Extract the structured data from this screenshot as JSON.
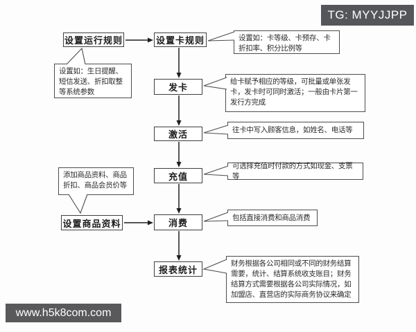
{
  "page": {
    "bg": "#FDFDFD"
  },
  "overlays": {
    "telegram_badge": {
      "label": "TG: MYYJJPP",
      "bg": "#55565A",
      "fg": "#FFFFFF"
    },
    "site_badge": {
      "label": "www.h5k8com.com",
      "bg": "#59595B",
      "fg": "#FFFFFF"
    }
  },
  "flowchart": {
    "nodes": [
      {
        "id": "set-run-rules",
        "label": "设置运行规则"
      },
      {
        "id": "set-card-rules",
        "label": "设置卡规则"
      },
      {
        "id": "issue-card",
        "label": "发卡"
      },
      {
        "id": "activate",
        "label": "激活"
      },
      {
        "id": "recharge",
        "label": "充值"
      },
      {
        "id": "consume",
        "label": "消费"
      },
      {
        "id": "set-product-data",
        "label": "设置商品资料"
      },
      {
        "id": "report-stats",
        "label": "报表统计"
      }
    ],
    "annotations": [
      {
        "id": "note-run-rules",
        "text": "设置如：生日提醒、短信发送、折扣取整等系统参数"
      },
      {
        "id": "note-card-rules",
        "text": "设置如：卡等级、卡预存、卡折扣率、积分比例等"
      },
      {
        "id": "note-issue-card",
        "text": "给卡赋予相应的等级，可批量或单张发卡，发卡时可同时激活；一般由卡片第一发行方完成"
      },
      {
        "id": "note-activate",
        "text": "往卡中写入顾客信息，如姓名、电话等"
      },
      {
        "id": "note-recharge",
        "text": "可选择充值时付款的方式如现金、支票等"
      },
      {
        "id": "note-consume",
        "text": "包括直接消费和商品消费"
      },
      {
        "id": "note-product-data",
        "text": "添加商品资料、商品折扣、商品会员价等"
      },
      {
        "id": "note-report-stats",
        "text": "财务根据各公司相同或不同的财务结算需要，统计、结算系统收支账目；财务结算方式需要根据各公司实际情况，如加盟店、直营店的实际商务协议来确定"
      }
    ]
  },
  "style": {
    "node_border": "#3E3E3E",
    "note_border": "#4B4B4B",
    "arrow_color": "#1E1E1E",
    "text_color": "#222222"
  }
}
